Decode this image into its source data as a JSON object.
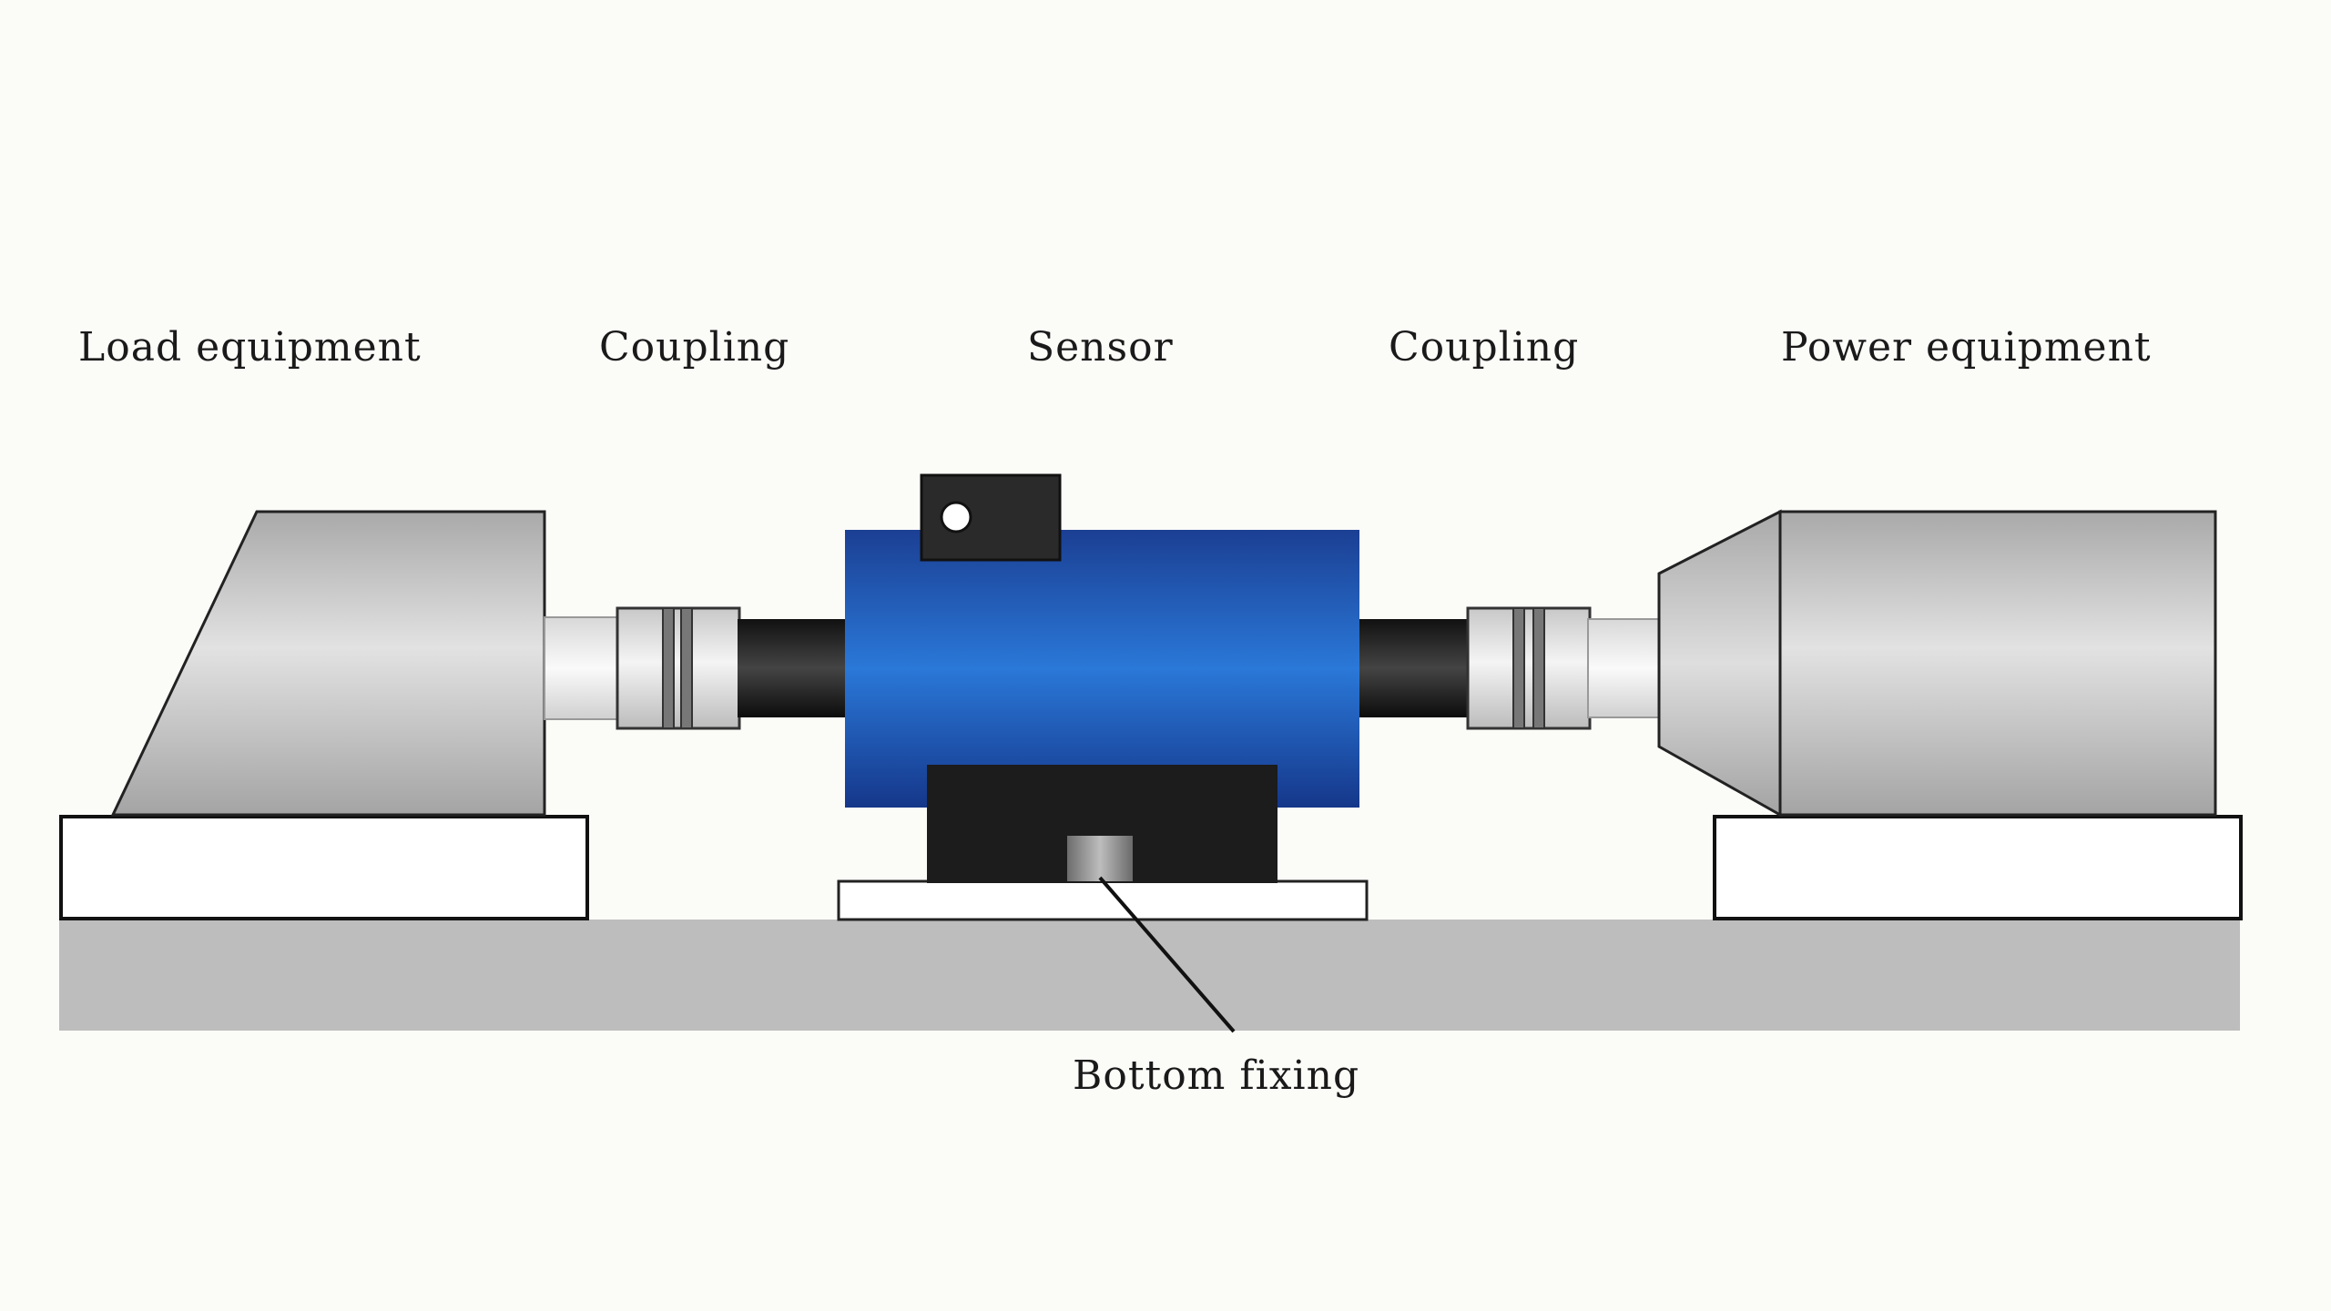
{
  "labels": {
    "load_equipment": "Load equipment",
    "coupling_left": "Coupling",
    "sensor": "Sensor",
    "coupling_right": "Coupling",
    "power_equipment": "Power equipment",
    "bottom_fixing": "Bottom fixing"
  },
  "colors": {
    "background": "#fbfbf8",
    "base_rail": "#bdbdbd",
    "sensor_body": "#1f5fc9",
    "sensor_mount": "#1c1c1c",
    "machine_gray": "#c8c8c8",
    "shaft": "#222222"
  }
}
